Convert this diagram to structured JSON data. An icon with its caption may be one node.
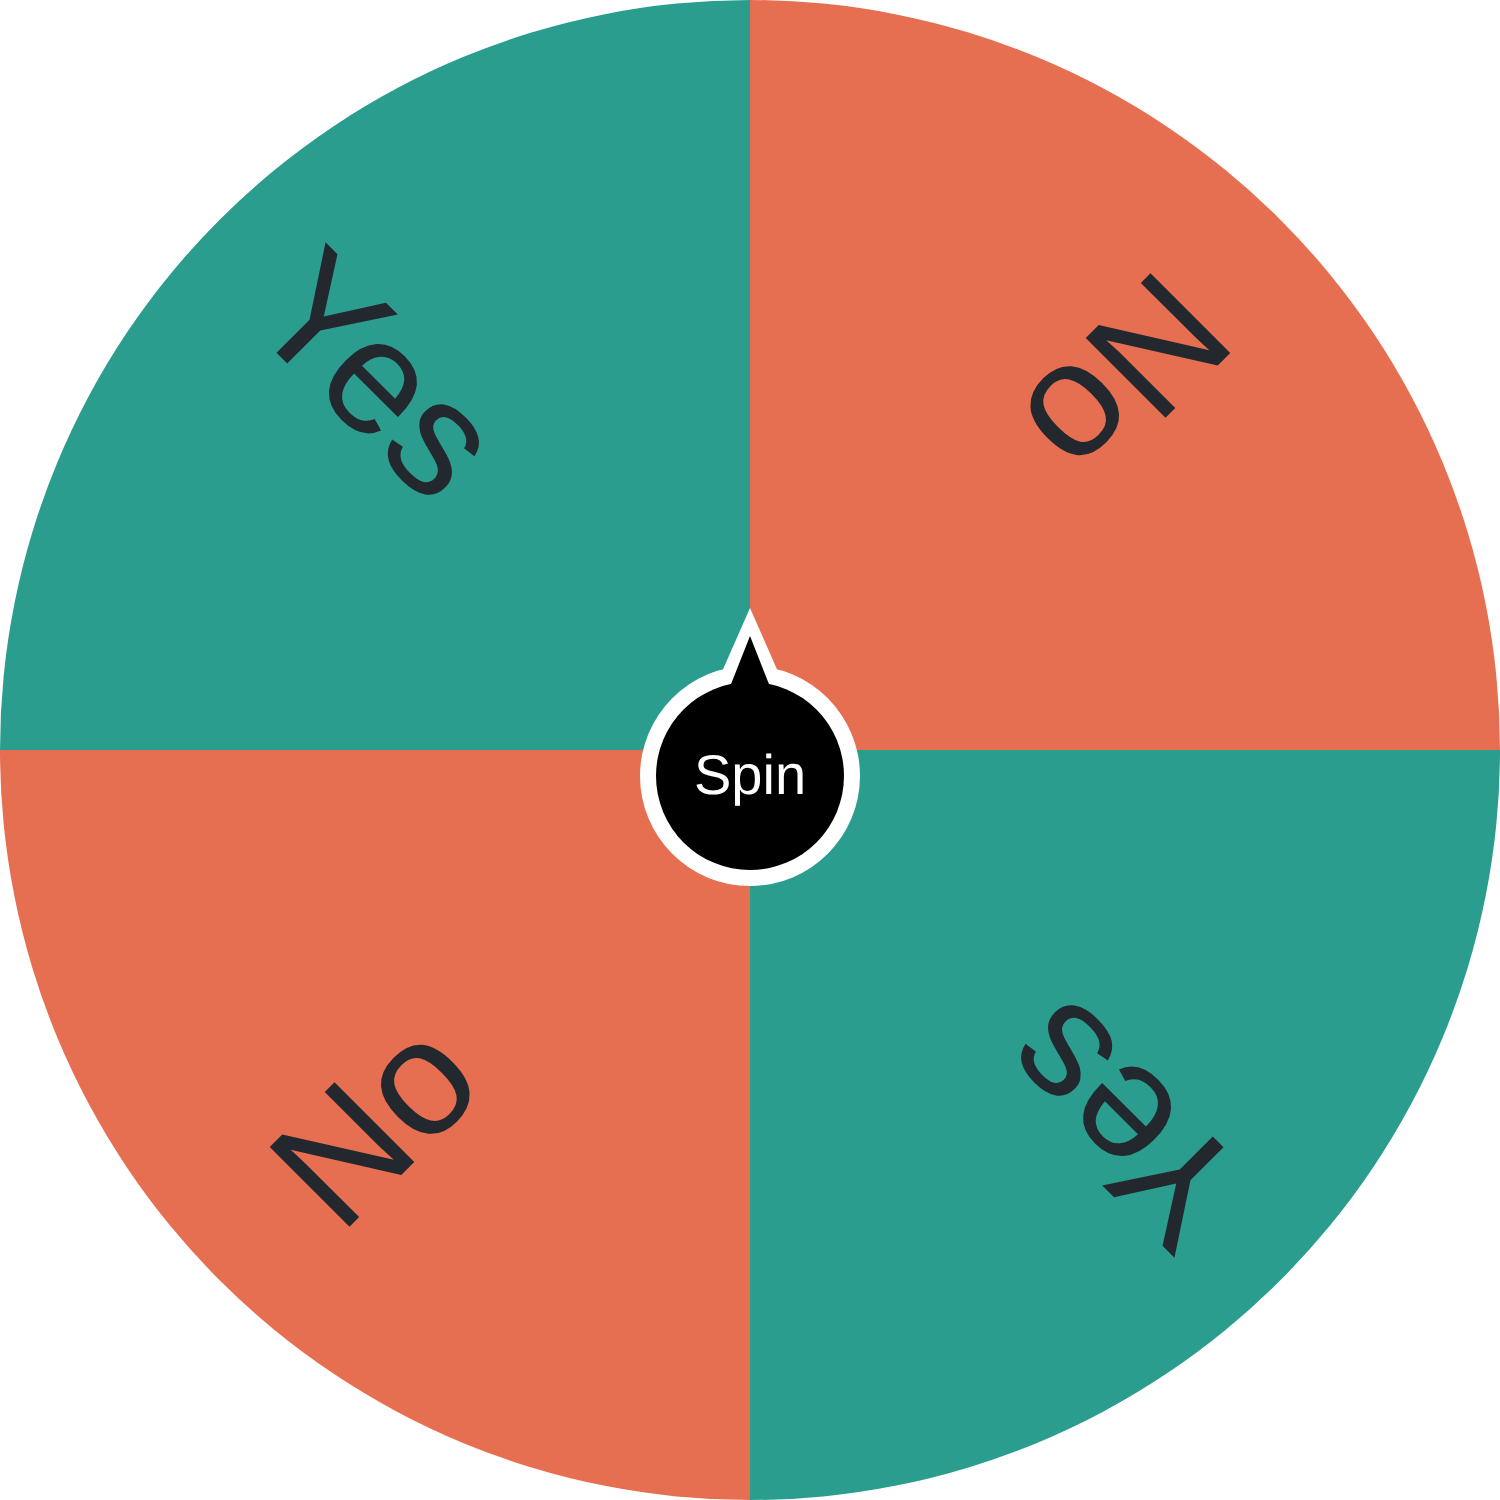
{
  "diagram": {
    "nodes": [
      {
        "text": [
          "Yes"
        ]
      },
      {
        "text": [
          "No"
        ]
      },
      {
        "text": [
          "Spin"
        ]
      },
      {
        "text": [
          "No"
        ]
      },
      {
        "text": [
          "Yes"
        ]
      }
    ]
  }
}
